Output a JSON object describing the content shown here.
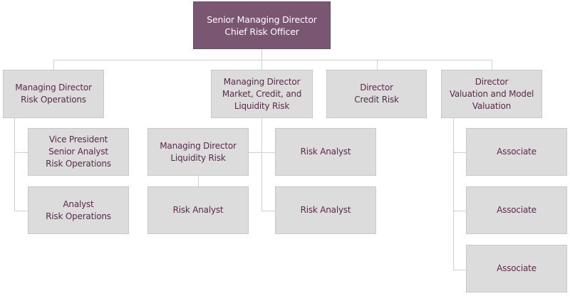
{
  "root": {
    "label": "Senior Managing Director\nChief Risk Officer"
  },
  "level1": [
    {
      "label": "Managing Director\nRisk Operations"
    },
    {
      "label": "Managing Director\nMarket, Credit, and\nLiquidity Risk"
    },
    {
      "label": "Director\nCredit Risk"
    },
    {
      "label": "Director\nValuation and Model\nValuation"
    }
  ],
  "risk_operations_reports": [
    {
      "label": "Vice President\nSenior Analyst\nRisk Operations"
    },
    {
      "label": "Analyst\nRisk Operations"
    }
  ],
  "market_credit_liquidity_reports": [
    {
      "label": "Managing Director\nLiquidity Risk"
    },
    {
      "label": "Risk Analyst"
    },
    {
      "label": "Risk Analyst"
    }
  ],
  "liquidity_risk_reports": [
    {
      "label": "Risk Analyst"
    }
  ],
  "valuation_reports": [
    {
      "label": "Associate"
    },
    {
      "label": "Associate"
    },
    {
      "label": "Associate"
    }
  ],
  "colors": {
    "root_fill": "#7a5672",
    "node_fill": "#dcdcdc",
    "text": "#5a2a4a",
    "connector": "#d0d0d0"
  }
}
